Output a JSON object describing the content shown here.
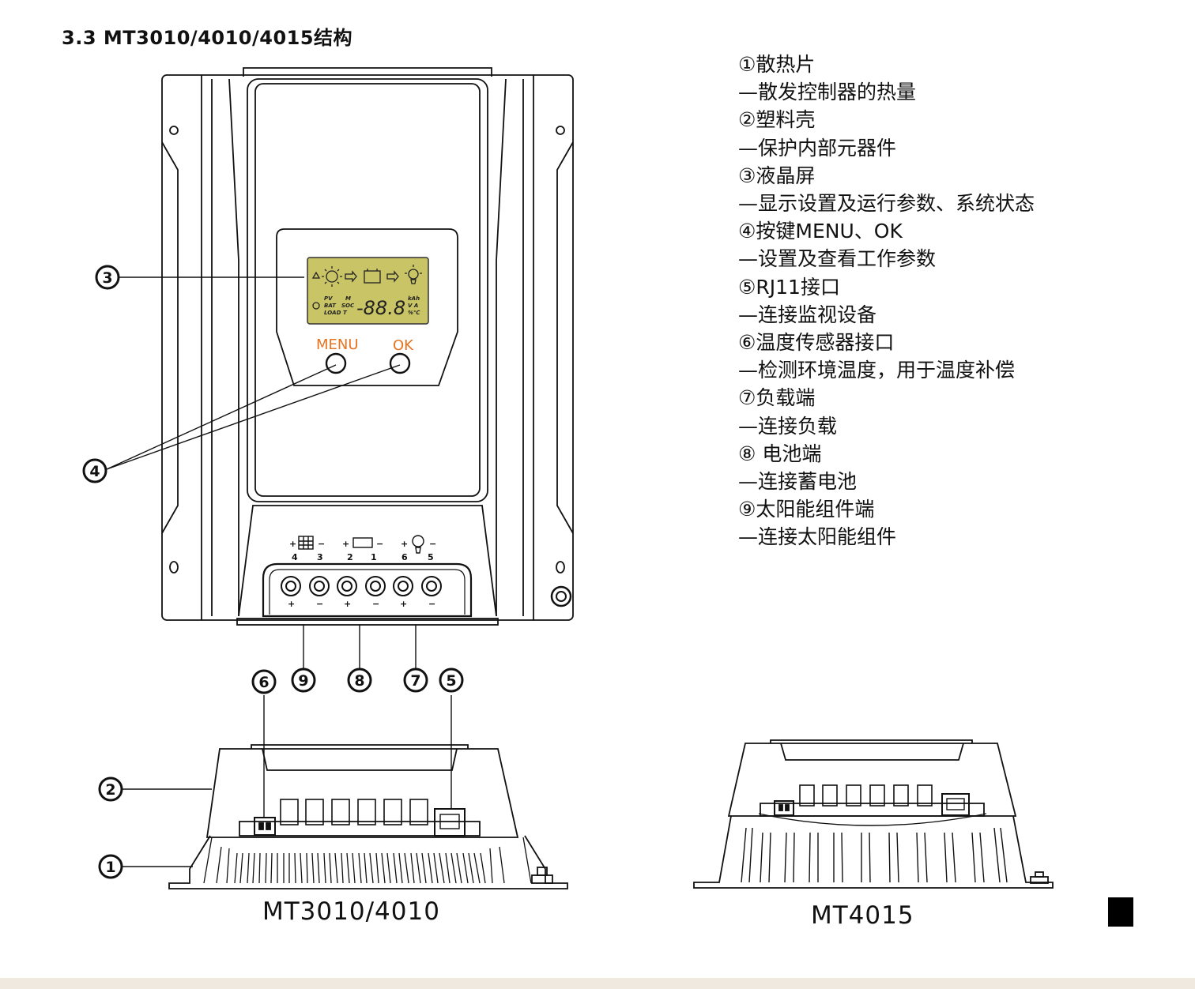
{
  "heading": "3.3 MT3010/4010/4015结构",
  "legend": [
    "①散热片",
    "—散发控制器的热量",
    "②塑料壳",
    "—保护内部元器件",
    "③液晶屏",
    "—显示设置及运行参数、系统状态",
    "④按键MENU、OK",
    "—设置及查看工作参数",
    "⑤RJ11接口",
    "—连接监视设备",
    "⑥温度传感器接口",
    "—检测环境温度，用于温度补偿",
    "⑦负载端",
    "—连接负载",
    "⑧ 电池端",
    "—连接蓄电池",
    "⑨太阳能组件端",
    "—连接太阳能组件"
  ],
  "callouts": {
    "c1": "①",
    "c2": "②",
    "c3": "③",
    "c4": "④",
    "c5": "⑤",
    "c6": "⑥",
    "c7": "⑦",
    "c8": "⑧",
    "c9": "⑨"
  },
  "buttons": {
    "menu": "MENU",
    "ok": "OK"
  },
  "lcd": {
    "digits": "-88.8",
    "left_labels": [
      "PV",
      "BAT",
      "LOAD"
    ],
    "mid_labels": [
      "M",
      "SOC",
      "T"
    ],
    "right_labels": [
      "kAh",
      "V A",
      "%℃"
    ]
  },
  "terminals": {
    "numbers": [
      "4",
      "3",
      "2",
      "1",
      "6",
      "5"
    ],
    "signs": [
      "+",
      "−",
      "+",
      "−",
      "+",
      "−"
    ]
  },
  "models": {
    "left": "MT3010/4010",
    "right": "MT4015"
  },
  "colors": {
    "accent": "#e8731f",
    "lcd": "#c9c465",
    "line": "#111111"
  }
}
